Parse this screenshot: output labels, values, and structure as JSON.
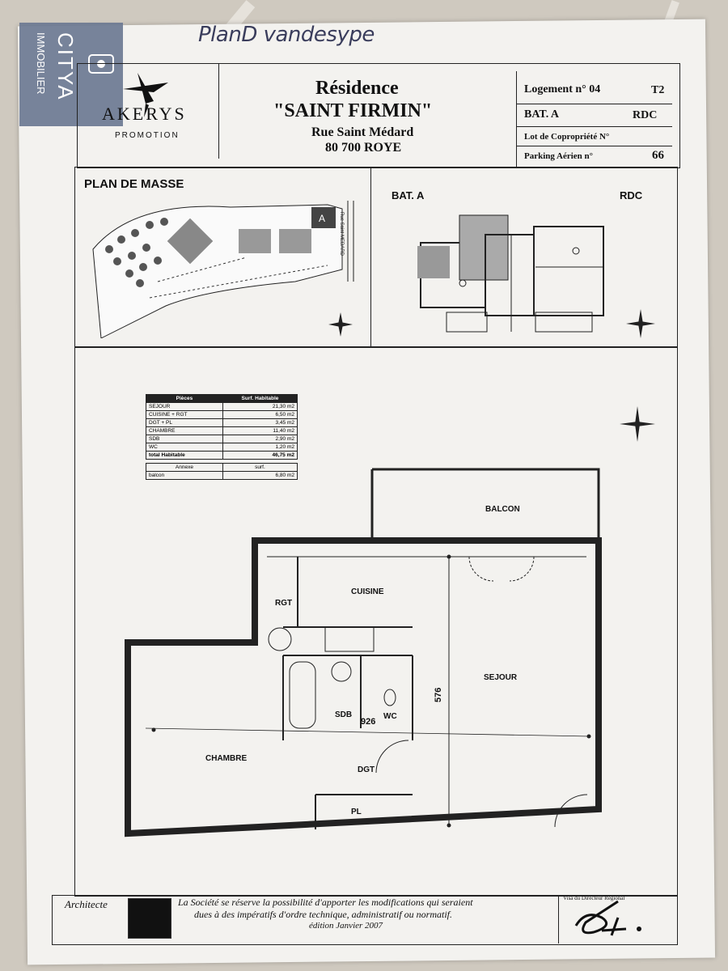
{
  "handwritten_note": "PlanD vandesype",
  "agency_logo": {
    "line1": "CITYA",
    "line2": "IMMOBILIER"
  },
  "promoter_logo": {
    "name": "AKERYS",
    "sub": "PROMOTION"
  },
  "residence": {
    "title": "Résidence",
    "name": "\"SAINT FIRMIN\"",
    "street": "Rue Saint Médard",
    "city": "80 700 ROYE"
  },
  "lot_info": {
    "logement_label": "Logement n° 04",
    "type": "T2",
    "bat": "BAT. A",
    "level": "RDC",
    "lot_label": "Lot de Copropriété N°",
    "parking_label": "Parking Aérien n°",
    "parking_number": "66"
  },
  "site_plan": {
    "title": "PLAN DE MASSE",
    "street_label": "Rue Saint MEDARD",
    "building_marker": "A"
  },
  "floor_plan_small": {
    "bat": "BAT. A",
    "level": "RDC"
  },
  "surface_table": {
    "headers": [
      "Pièces",
      "Surf. Habitable"
    ],
    "rows": [
      [
        "SEJOUR",
        "21,30 m2"
      ],
      [
        "CUISINE + RGT",
        "6,50 m2"
      ],
      [
        "DGT + PL",
        "3,45 m2"
      ],
      [
        "CHAMBRE",
        "11,40 m2"
      ],
      [
        "SDB",
        "2,90 m2"
      ],
      [
        "WC",
        "1,20 m2"
      ]
    ],
    "total_label": "total Habitable",
    "total_value": "46,75 m2",
    "annex_headers": [
      "Annexe",
      "surf."
    ],
    "annex_rows": [
      [
        "balcon",
        "6,80 m2"
      ]
    ]
  },
  "rooms": {
    "balcon": "BALCON",
    "cuisine": "CUISINE",
    "rgt": "RGT",
    "sejour": "SEJOUR",
    "sdb": "SDB",
    "wc": "WC",
    "chambre": "CHAMBRE",
    "dgt": "DGT",
    "pl": "PL",
    "dim_vertical": "576",
    "dim_horizontal": "926"
  },
  "footer": {
    "architect_label": "Architecte",
    "disclaimer_line1": "La Société se réserve la possibilité d'apporter les modifications qui seraient",
    "disclaimer_line2": "dues à des impératifs d'ordre technique, administratif ou normatif.",
    "edition": "édition Janvier 2007",
    "visa_label": "Visa du Directeur Régional"
  }
}
